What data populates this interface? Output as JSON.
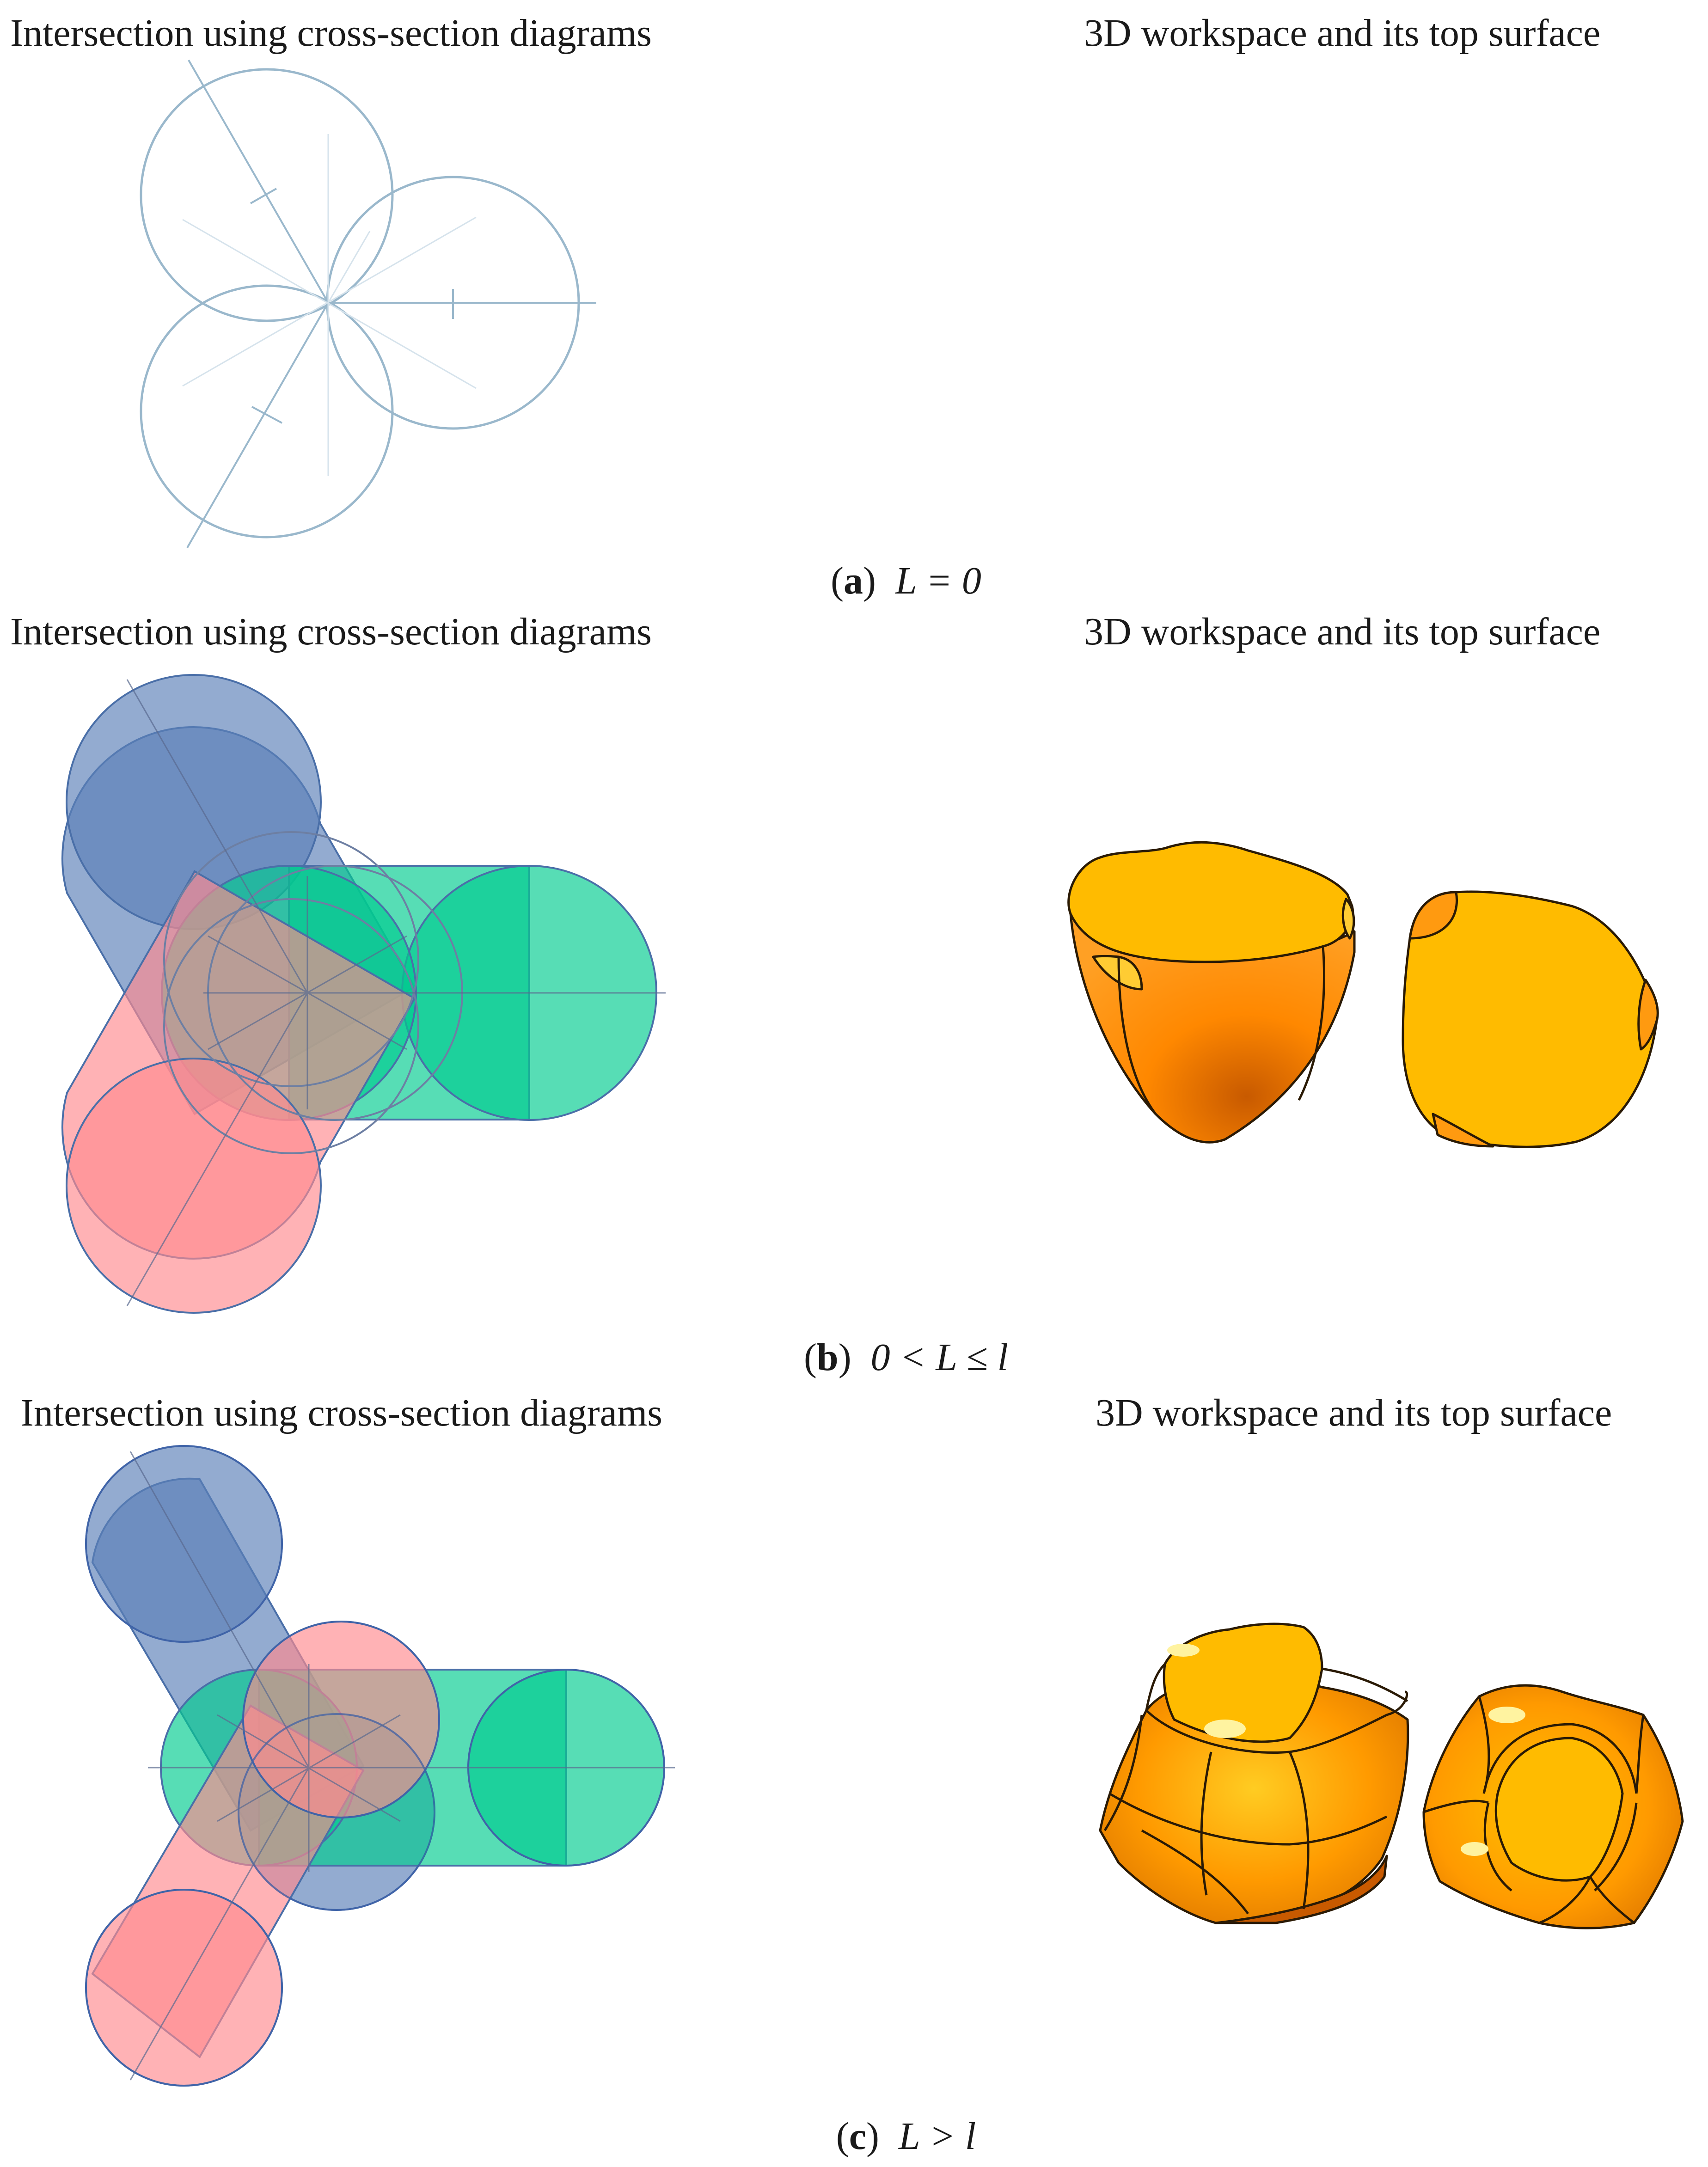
{
  "panels": [
    {
      "left_title": "Intersection using cross-section diagrams",
      "right_title": "3D workspace and its top surface",
      "label": "a",
      "condition": "L = 0"
    },
    {
      "left_title": "Intersection using cross-section diagrams",
      "right_title": "3D workspace and its top surface",
      "label": "b",
      "condition": "0 < L ≤ l"
    },
    {
      "left_title": "Intersection using cross-section diagrams",
      "right_title": "3D workspace and its top surface",
      "label": "c",
      "condition": "L > l"
    }
  ],
  "colors": {
    "blue_fill": "#5b7fb8",
    "green_fill": "#00cc8f",
    "pink_fill": "#ff8a8e",
    "outline_a": "#9ab8cc",
    "orange_top": "#ffbb00",
    "orange_side": "#ff8c00",
    "orange_dark": "#c85a00"
  }
}
